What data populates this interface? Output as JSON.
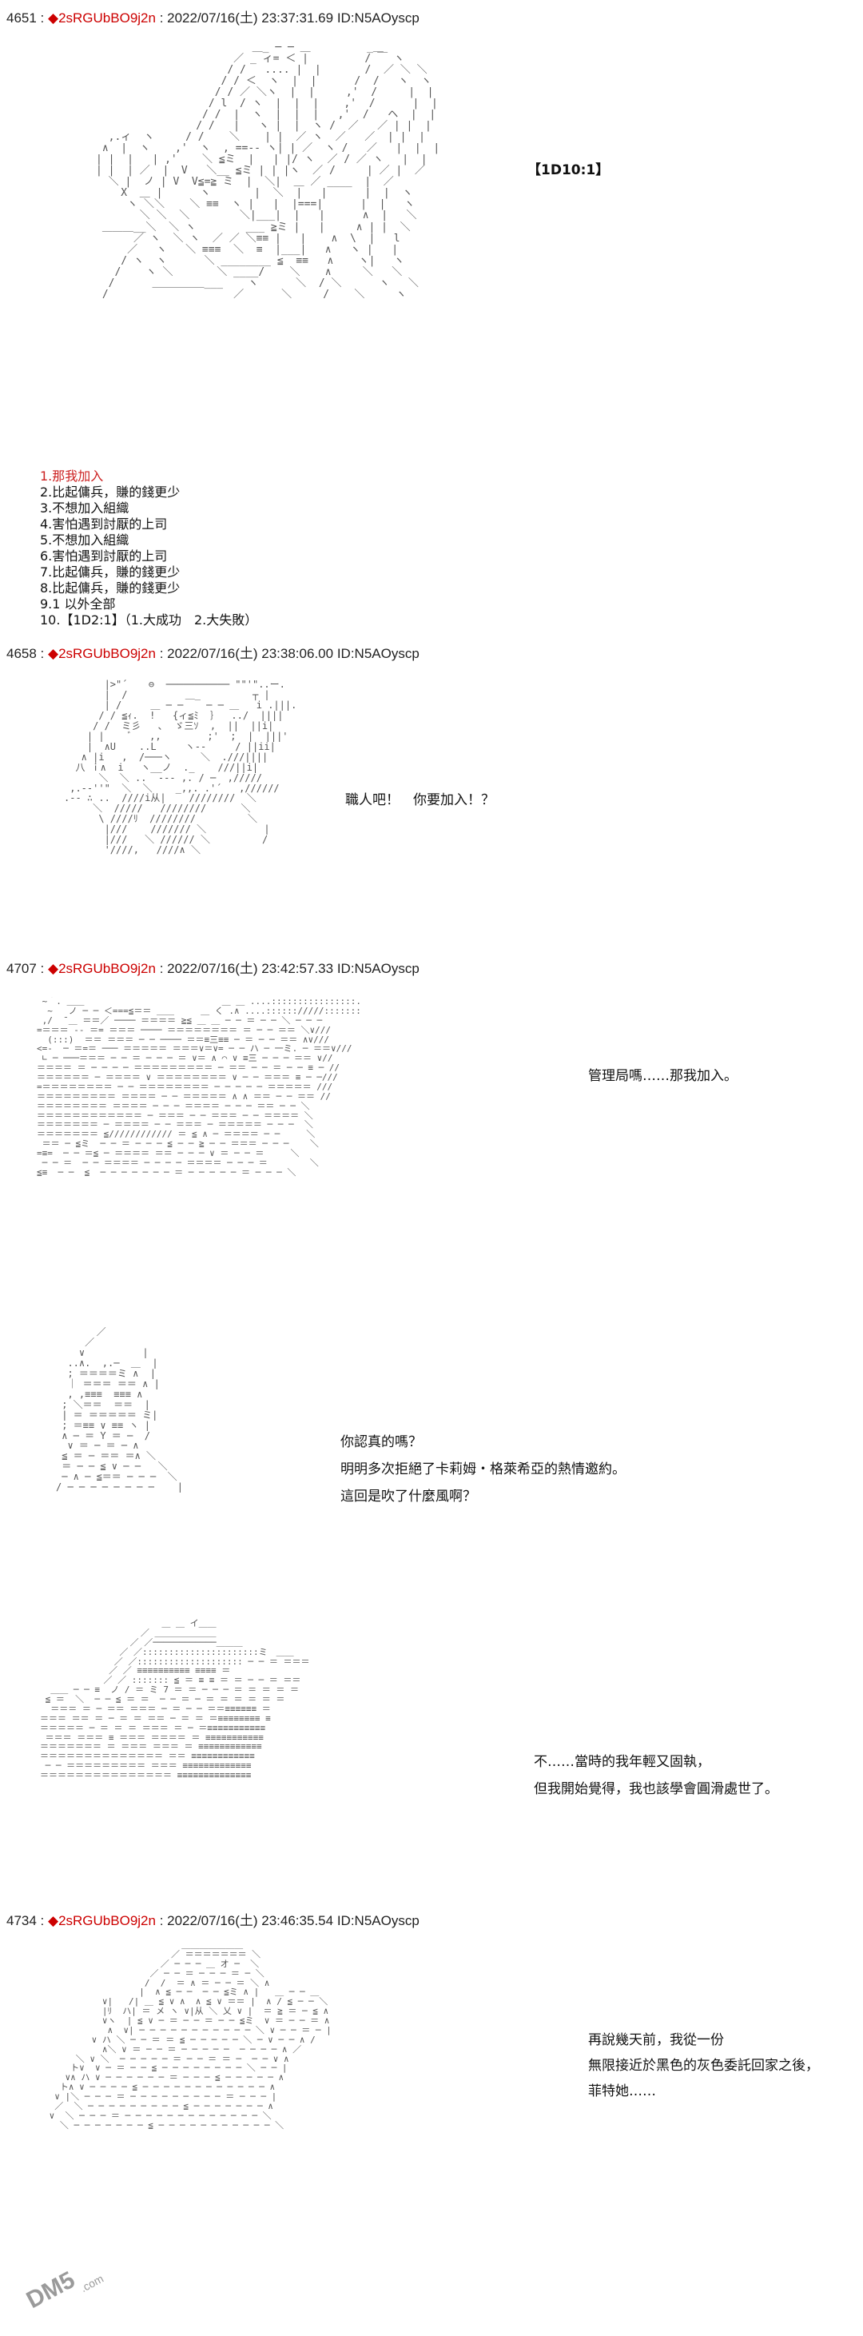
{
  "posts": [
    {
      "number": "4651",
      "trip": "◆2sRGUbBO9j2n",
      "datetime": "2022/07/16(土) 23:37:31.69",
      "id": "ID:N5AOyscp"
    },
    {
      "number": "4658",
      "trip": "◆2sRGUbBO9j2n",
      "datetime": "2022/07/16(土) 23:38:06.00",
      "id": "ID:N5AOyscp"
    },
    {
      "number": "4707",
      "trip": "◆2sRGUbBO9j2n",
      "datetime": "2022/07/16(土) 23:42:57.33",
      "id": "ID:N5AOyscp"
    },
    {
      "number": "4734",
      "trip": "◆2sRGUbBO9j2n",
      "datetime": "2022/07/16(土) 23:46:35.54",
      "id": "ID:N5AOyscp"
    }
  ],
  "dice_label": "【1D10:1】",
  "choices": [
    "1.那我加入",
    "2.比起傭兵，賺的錢更少",
    "3.不想加入組織",
    "4.害怕遇到討厭的上司",
    "5.不想加入組織",
    "6.害怕遇到討厭的上司",
    "7.比起傭兵，賺的錢更少",
    "8.比起傭兵，賺的錢更少",
    "9.1 以外全部",
    "10.【1D2:1】（1.大成功　2.大失敗）"
  ],
  "dialogs": {
    "d1": "職人吧！　你要加入！？",
    "d2": "管理局嗎……那我加入。",
    "d3_1": "你認真的嗎？",
    "d3_2": "明明多次拒絕了卡莉姆・格萊希亞的熱情邀約。",
    "d3_3": "這回是吹了什麼風啊？",
    "d4_1": "不……當時的我年輕又固執，",
    "d4_2": "但我開始覺得，我也該學會圓滑處世了。",
    "d5_1": "再說幾天前，我從一份",
    "d5_2": "無限接近於黑色的灰色委託回家之後，",
    "d5_3": "菲特她……"
  },
  "watermark": {
    "logo": "DM5",
    "url": ".com"
  },
  "colors": {
    "trip": "#cc0000",
    "highlight": "#cc2222",
    "aa": "#555555"
  }
}
